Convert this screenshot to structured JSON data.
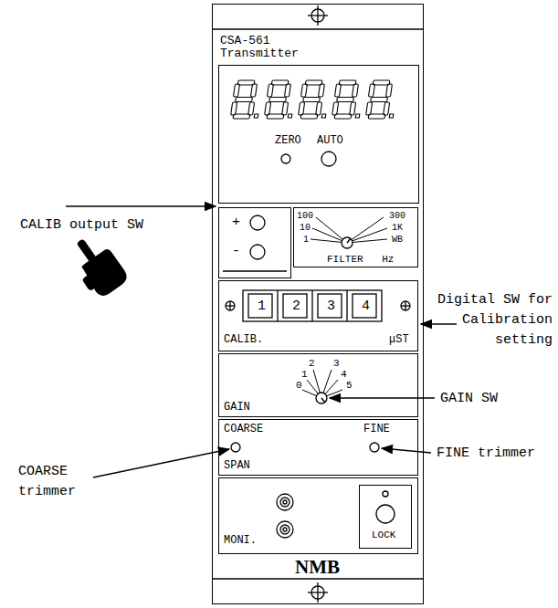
{
  "diagram": {
    "nodes": [
      {
        "text": [
          "CSA-561 Transmitter",
          "NMB"
        ]
      },
      {
        "text": [
          "ZERO",
          "AUTO"
        ],
        "in": 0
      },
      {
        "text": [
          "+",
          "-"
        ],
        "in": 0
      },
      {
        "text": [
          "100",
          "300",
          "10",
          "1K",
          "1",
          "WB",
          "FILTER Hz"
        ],
        "in": 0
      },
      {
        "text": [
          "1",
          "2",
          "3",
          "4",
          "CALIB.",
          "μST"
        ],
        "in": 0
      },
      {
        "text": [
          "2",
          "3",
          "1",
          "4",
          "0",
          "5",
          "GAIN"
        ],
        "in": 0
      },
      {
        "text": [
          "COARSE",
          "FINE",
          "SPAN"
        ],
        "in": 0
      },
      {
        "text": [
          "MONI."
        ],
        "in": 0
      },
      {
        "text": [
          "LOCK"
        ],
        "in": 0
      }
    ],
    "labels": [
      "CALIB output SW",
      "Digital SW for Calibration setting",
      "GAIN SW",
      "COARSE trimmer",
      "FINE trimmer"
    ]
  }
}
